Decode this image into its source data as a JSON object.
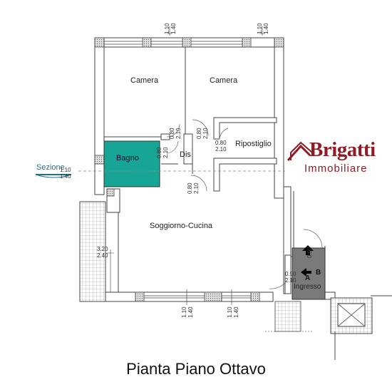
{
  "title": "Pianta Piano Ottavo",
  "brand": {
    "name": "Brigatti",
    "subtitle": "Immobiliare",
    "color": "#8f1b25"
  },
  "rooms": {
    "camera_left": "Camera",
    "camera_right": "Camera",
    "bagno": "Bagno",
    "dis": "Dis",
    "ripostiglio": "Ripostiglio",
    "soggiorno": "Soggiorno-Cucina",
    "ingresso": "Ingresso"
  },
  "markers": {
    "a": "A",
    "b": "B",
    "sezione": "Sezione"
  },
  "dimensions": {
    "top_left": [
      "1.10",
      "1.40"
    ],
    "top_right": [
      "1.10",
      "1.40"
    ],
    "door_camera_l": [
      "0.80",
      "2.10"
    ],
    "door_camera_r": [
      "0.80",
      "2.10"
    ],
    "door_bagno": [
      "0.80",
      "2.10"
    ],
    "door_rip": [
      "0.80",
      "2.10"
    ],
    "door_sogg": [
      "0.80",
      "2.10"
    ],
    "sezione": [
      "1.10",
      "1.40"
    ],
    "balcony": [
      "3.20",
      "2.40"
    ],
    "bottom_left": [
      "1.10",
      "1.40"
    ],
    "bottom_right": [
      "1.10",
      "1.40"
    ],
    "ingresso_door": [
      "0.90",
      "2.10"
    ],
    "ingresso_side": [
      "0.90"
    ]
  },
  "colors": {
    "bagno_fill": "#17a696",
    "ingresso_fill": "#7a7a7a",
    "wall": "#555555"
  }
}
